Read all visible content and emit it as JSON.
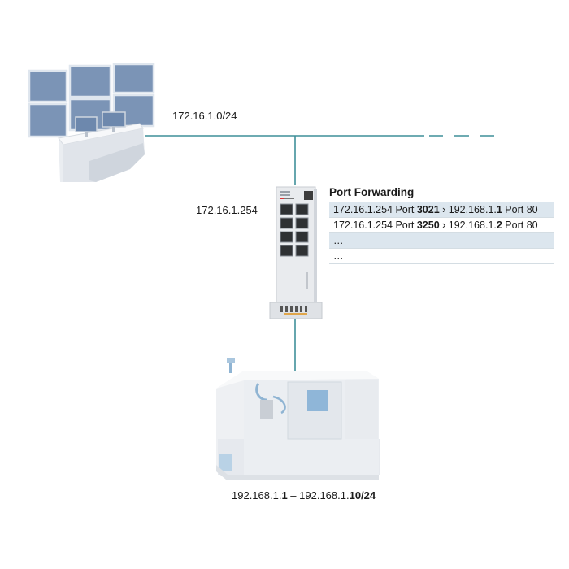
{
  "labels": {
    "control_subnet": "172.16.1.0/24",
    "router_ip": "172.16.1.254",
    "machine_range": {
      "prefix": "192.168.1.",
      "start": "1",
      "sep": " – 192.168.1.",
      "end": "10/24"
    }
  },
  "port_forwarding": {
    "title": "Port Forwarding",
    "rows": [
      {
        "src": "172.16.1.254 Port ",
        "port": "3021",
        "arrow": " › 192.168.1.",
        "host": "1",
        "dst": " Port 80"
      },
      {
        "src": "172.16.1.254 Port ",
        "port": "3250",
        "arrow": " › 192.168.1.",
        "host": "2",
        "dst": " Port 80"
      },
      {
        "text": "…"
      },
      {
        "text": "…"
      }
    ]
  },
  "colors": {
    "network_line": "#3f8f99",
    "table_stripe": "#dce6ee",
    "screen": "#7b94b6"
  },
  "icons": [
    "control-room-icon",
    "router-device-icon",
    "cnc-machine-icon"
  ]
}
